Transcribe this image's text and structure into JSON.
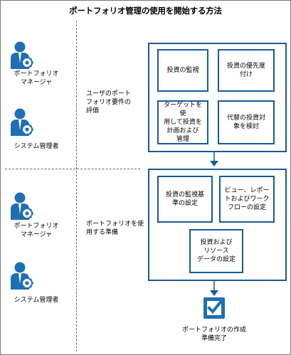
{
  "title": "ポートフォリオ管理の使用を開始する方法",
  "roles": {
    "pm": "ポートフォリオ\nマネージャ",
    "sysadmin": "システム管理者"
  },
  "phases": [
    {
      "label": "ユーザのポート\nフォリオ要件の\n評価",
      "tasks": [
        "投資の監視",
        "投資の優先度\n付け",
        "ターゲットを使\n用して投資を\n計画および\n管理",
        "代替の投資対\n象を検討"
      ]
    },
    {
      "label": "ポートフォリオを使\n用する準備",
      "tasks": [
        "投資の監視基\n準の設定",
        "ビュー、レポー\nトおよびワーク\nフローの設定",
        "投資および\nリソース\nデータの設定"
      ]
    }
  ],
  "completion_label": "ポートフォリオの作成\n準備完了",
  "colors": {
    "frame": "#1a5a95",
    "icon": "#1e6fb5",
    "dash": "#4f6d8c"
  },
  "icons": {
    "person_gear": "person-with-gear-icon",
    "checkbox": "checkbox-checked-icon"
  }
}
